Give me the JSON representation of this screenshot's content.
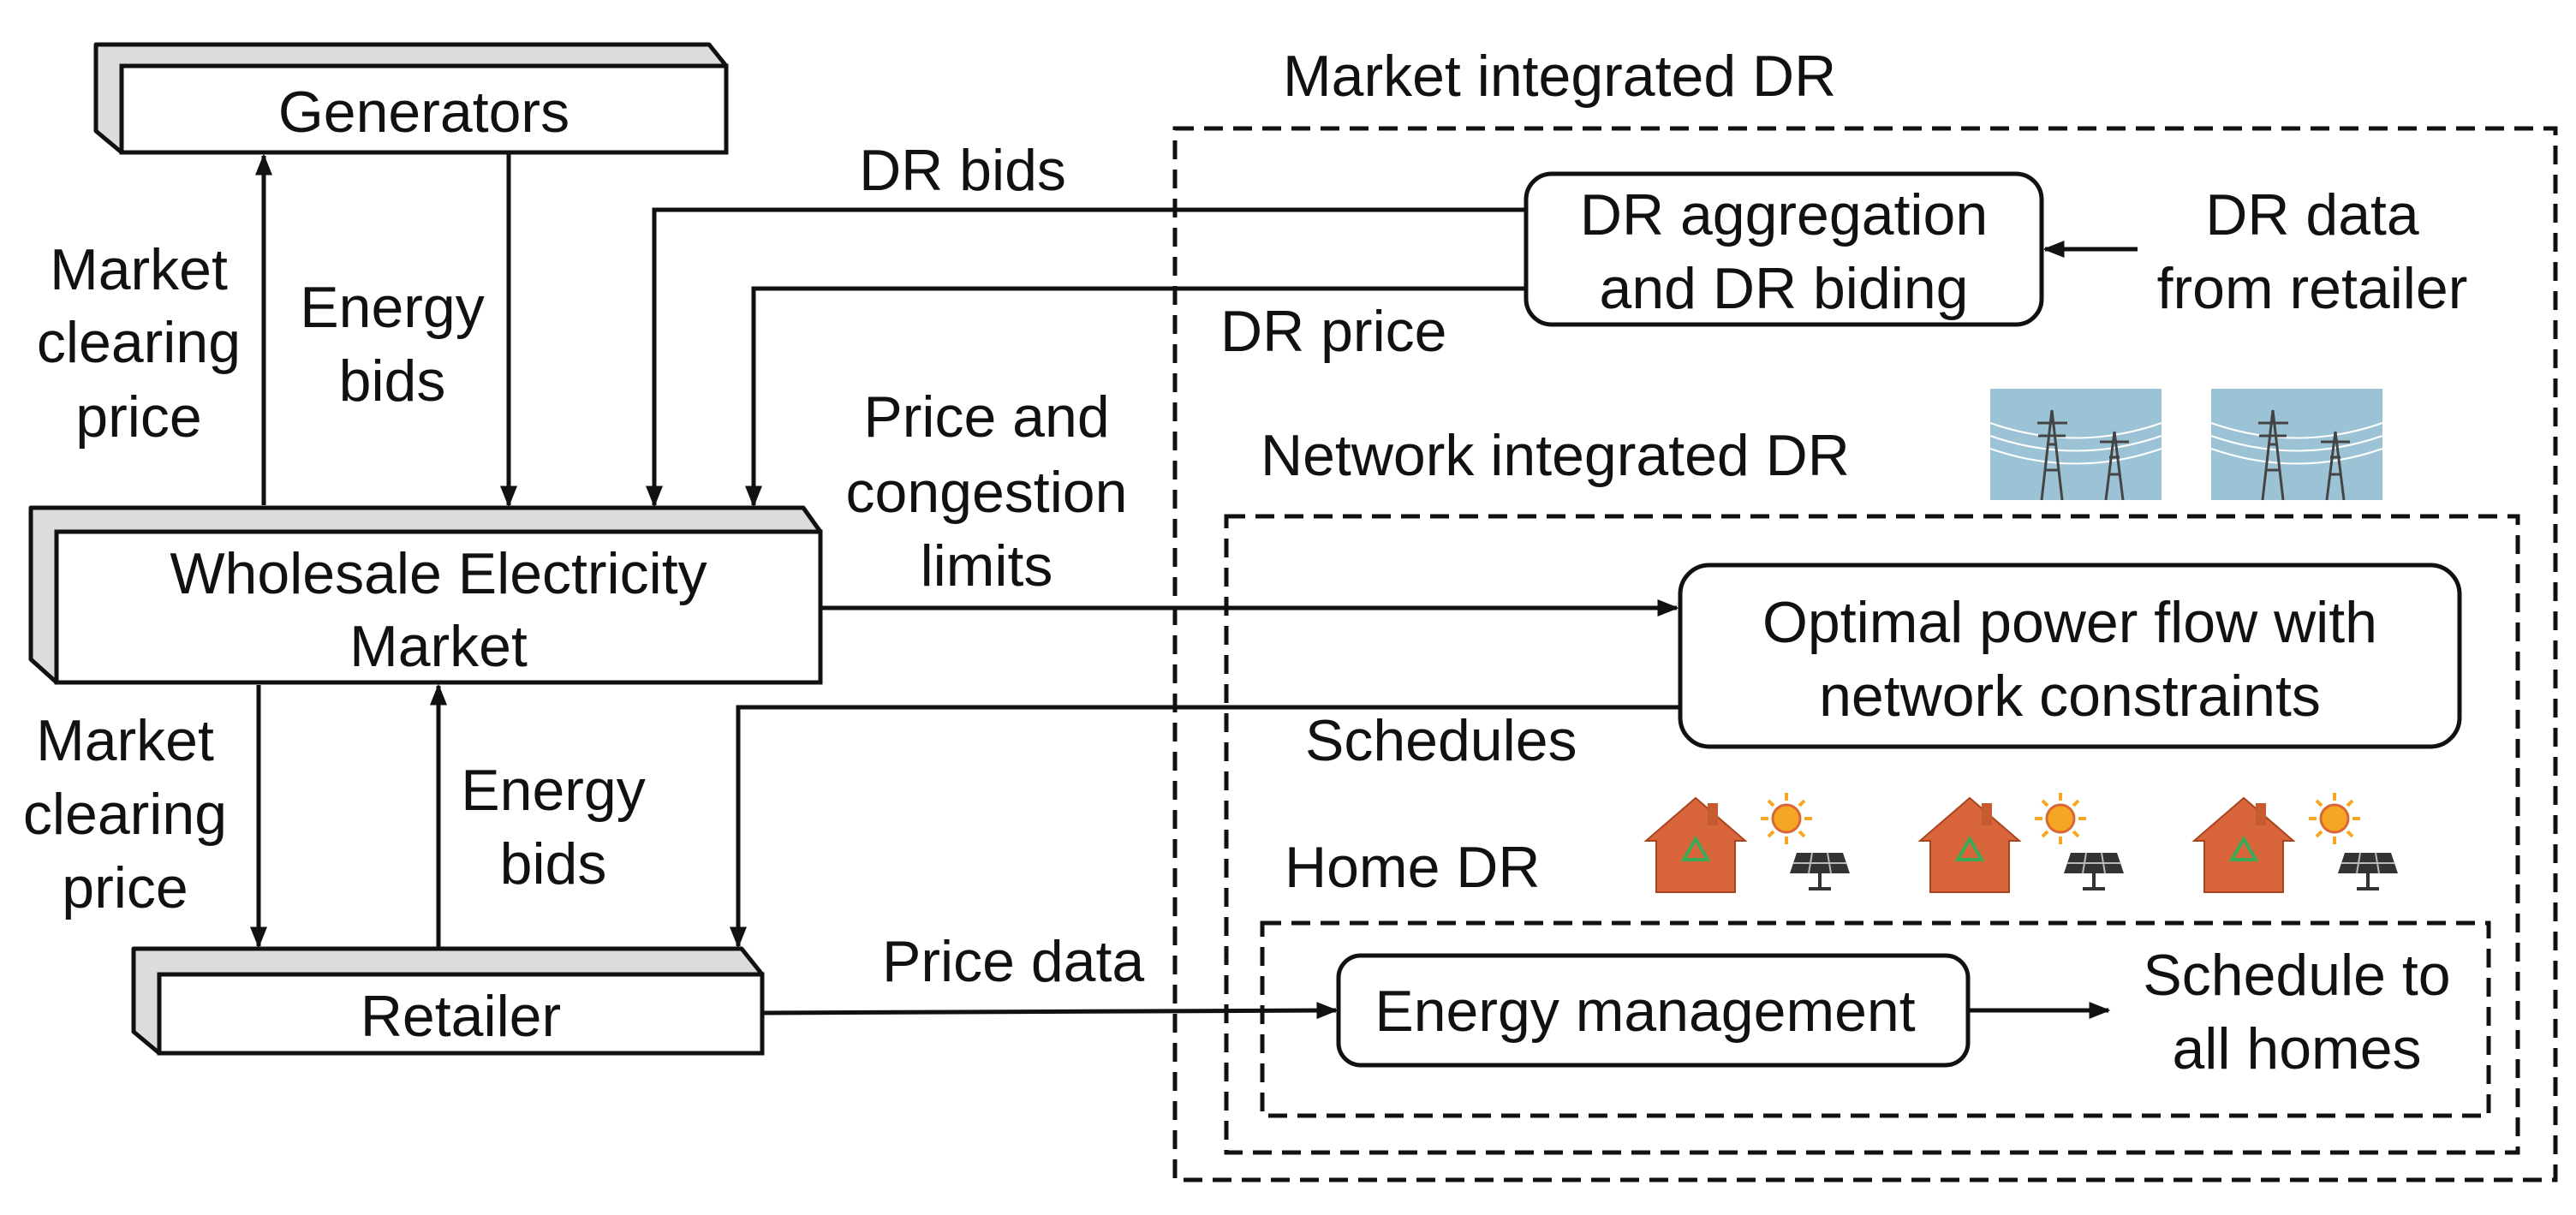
{
  "boxes": {
    "generators": "Generators",
    "wholesale": [
      "Wholesale Electricity",
      "Market"
    ],
    "retailer": "Retailer",
    "dr_aggregation": [
      "DR aggregation",
      "and DR biding"
    ],
    "optimal_power_flow": [
      "Optimal power flow with",
      "network constraints"
    ],
    "energy_management": "Energy management"
  },
  "regions": {
    "market_dr": "Market integrated DR",
    "network_dr": "Network integrated DR",
    "home_dr": "Home DR"
  },
  "flows": {
    "market_clearing_price_top": [
      "Market",
      "clearing",
      "price"
    ],
    "energy_bids_top": [
      "Energy",
      "bids"
    ],
    "market_clearing_price_bottom": [
      "Market",
      "clearing",
      "price"
    ],
    "energy_bids_bottom": [
      "Energy",
      "bids"
    ],
    "dr_bids": "DR bids",
    "dr_price": "DR price",
    "price_congestion": [
      "Price and",
      "congestion",
      "limits"
    ],
    "schedules": "Schedules",
    "price_data": "Price data",
    "dr_data": [
      "DR data",
      "from retailer"
    ],
    "schedule_homes": [
      "Schedule to",
      "all homes"
    ]
  },
  "icons": {
    "transmission": [
      "transmission-tower-icon",
      "transmission-tower-icon"
    ],
    "homes": [
      "house-icon",
      "house-icon",
      "house-icon"
    ],
    "sun": "sun-icon",
    "solar_panel": "solar-panel-icon"
  },
  "colors": {
    "line": "#111111",
    "box_face": "#dcdcdc",
    "sky": "#9cc3d5",
    "house": "#d9663a",
    "sun": "#f5a623"
  }
}
